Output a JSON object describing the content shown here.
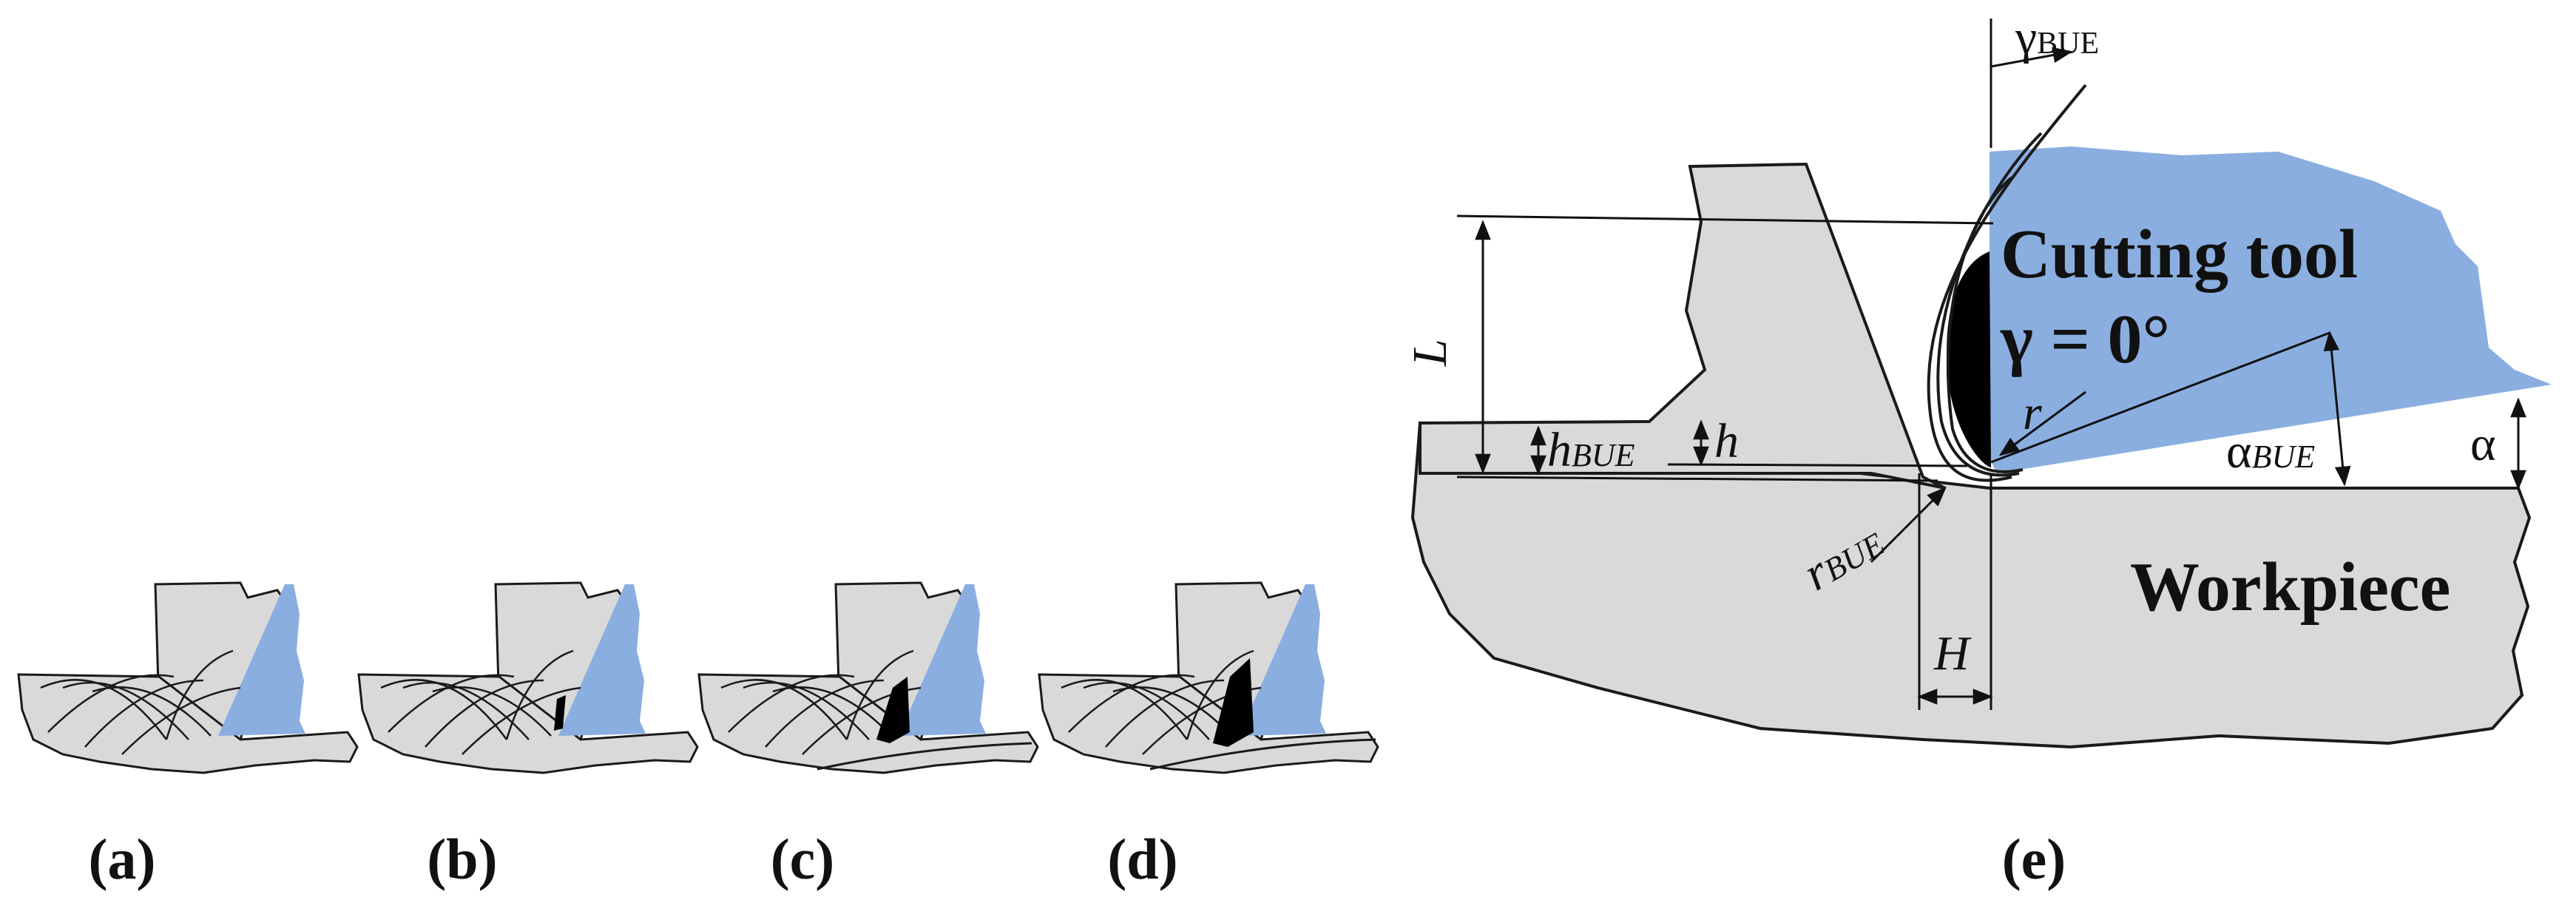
{
  "colors": {
    "tool": "#8aaee0",
    "material": "#d9d9d9",
    "edge": "#1a1a1a",
    "bue": "#000000",
    "background": "#ffffff"
  },
  "panels": {
    "a": "(a)",
    "b": "(b)",
    "c": "(c)",
    "d": "(d)",
    "e": "(e)"
  },
  "diagram": {
    "tool_title": "Cutting tool",
    "rake_angle": "γ = 0°",
    "workpiece": "Workpiece",
    "L": "L",
    "h_bue_main": "h",
    "h_bue_sub": "BUE",
    "h": "h",
    "r": "r",
    "r_bue_main": "r",
    "r_bue_sub": "BUE",
    "H": "H",
    "alpha": "α",
    "alpha_bue_main": "α",
    "alpha_bue_sub": "BUE",
    "gamma_bue_main": "γ",
    "gamma_bue_sub": "BUE"
  }
}
